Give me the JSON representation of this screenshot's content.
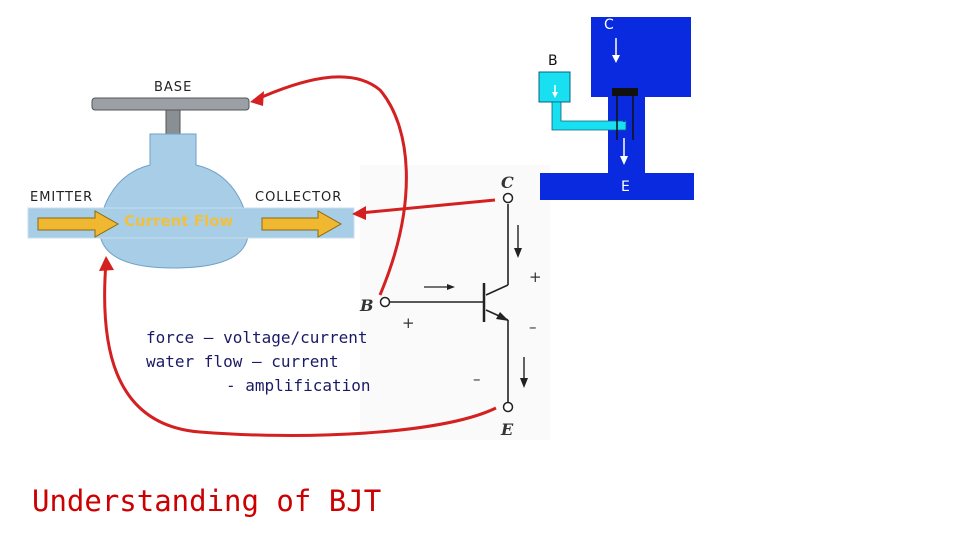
{
  "slide": {
    "title": "Understanding of BJT",
    "notes": {
      "line1": "force – voltage/current",
      "line2": "water flow – current",
      "line3": "- amplification"
    }
  },
  "valve_analogy": {
    "base_label": "BASE",
    "emitter_label": "EMITTER",
    "collector_label": "COLLECTOR",
    "flow_label": "Current Flow"
  },
  "transistor_symbol": {
    "collector_terminal": "C",
    "base_terminal": "B",
    "emitter_terminal": "E",
    "plus_sign": "+",
    "minus_sign": "–"
  },
  "water_model": {
    "c_label": "C",
    "b_label": "B",
    "e_label": "E"
  },
  "colors": {
    "arrow_red": "#d42020",
    "water_blue": "#0a2ae0",
    "pipe_light_blue": "#a8cde6",
    "flow_arrow_yellow": "#f0b830",
    "title_red": "#cc0000"
  }
}
